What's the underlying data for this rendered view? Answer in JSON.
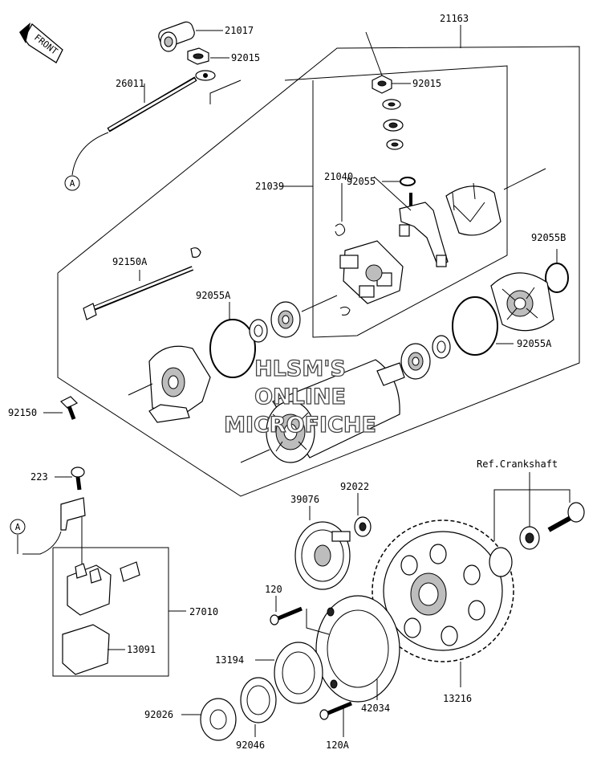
{
  "front_marker": "FRONT",
  "watermark": {
    "line1": "HLSM'S",
    "line2": "ONLINE",
    "line3": "MICROFICHE"
  },
  "callouts": {
    "A_top": "A",
    "A_bottom": "A"
  },
  "parts": {
    "p21017": "21017",
    "p92015_top": "92015",
    "p21163": "21163",
    "p26011": "26011",
    "p92015_right": "92015",
    "p92055": "92055",
    "p21040": "21040",
    "p21039": "21039",
    "p92055B": "92055B",
    "p92150A": "92150A",
    "p92055A_left": "92055A",
    "p92055A_right": "92055A",
    "p92150": "92150",
    "ref_crankshaft": "Ref.Crankshaft",
    "p223": "223",
    "p39076": "39076",
    "p92022": "92022",
    "p27010": "27010",
    "p120": "120",
    "p13091": "13091",
    "p13194": "13194",
    "p42034": "42034",
    "p13216": "13216",
    "p92026": "92026",
    "p92046": "92046",
    "p120A": "120A"
  }
}
